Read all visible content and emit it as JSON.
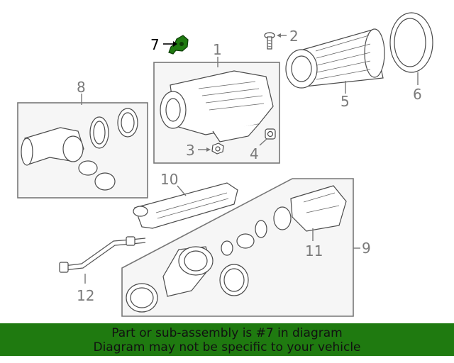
{
  "callouts": {
    "c1": "1",
    "c2": "2",
    "c3": "3",
    "c4": "4",
    "c5": "5",
    "c6": "6",
    "c7": "7",
    "c8": "8",
    "c9": "9",
    "c10": "10",
    "c11": "11",
    "c12": "12"
  },
  "highlight_color": "#1f7a10",
  "banner": {
    "background": "#1f7a10",
    "line1": "Part or sub-assembly is #7 in diagram",
    "line2": "Diagram may not be specific to your vehicle"
  }
}
